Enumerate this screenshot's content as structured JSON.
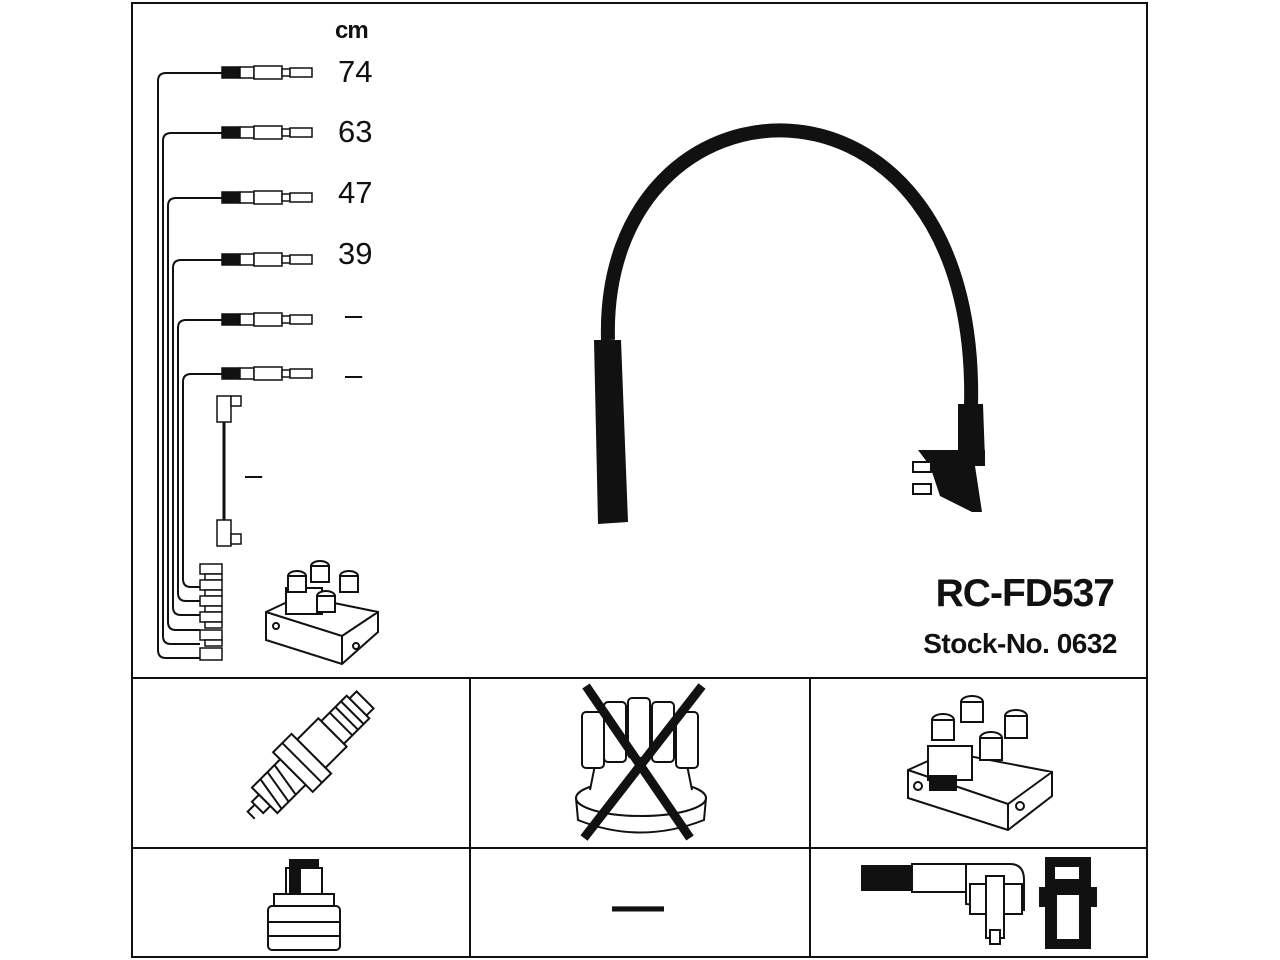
{
  "unit_label": "cm",
  "cable_lengths": [
    {
      "value": "74"
    },
    {
      "value": "63"
    },
    {
      "value": "47"
    },
    {
      "value": "39"
    },
    {
      "value": "–"
    },
    {
      "value": "–"
    }
  ],
  "coil_cable_label": "–",
  "product": {
    "model": "RC-FD537",
    "stock_no": "Stock-No. 0632"
  },
  "cells": {
    "spark_plug": {
      "icon": "spark-plug-icon"
    },
    "distributor_cap": {
      "icon": "distributor-cap-crossed-icon",
      "crossed": true
    },
    "ignition_coil": {
      "icon": "ignition-coil-icon"
    },
    "plug_connector": {
      "icon": "plug-connector-icon"
    },
    "middle_connector": {
      "value": "—"
    },
    "coil_connector": {
      "icon": "coil-connector-icon"
    }
  }
}
